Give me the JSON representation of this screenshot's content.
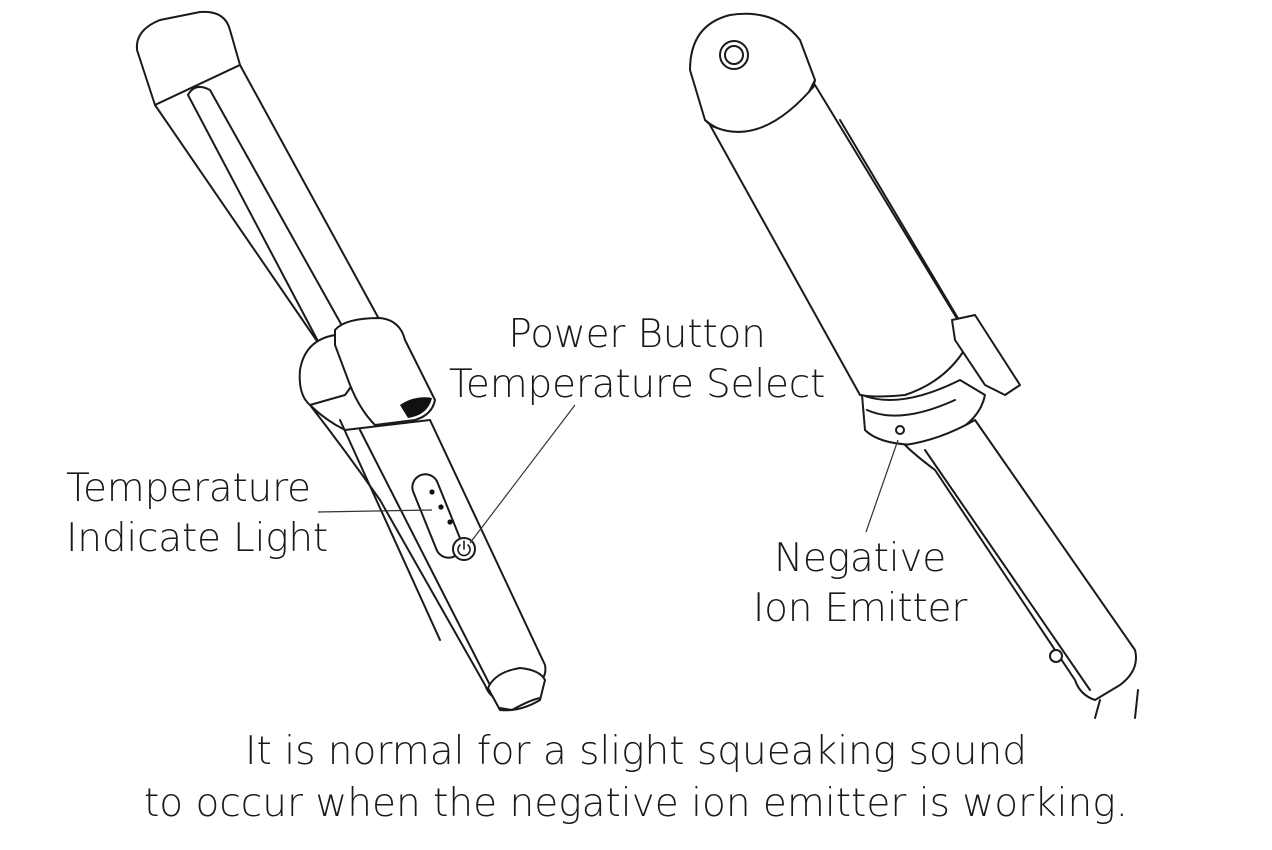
{
  "labels": {
    "power_button": "Power Button",
    "temperature_select": "Temperature Select",
    "temperature": "Temperature",
    "indicate_light": "Indicate Light",
    "negative": "Negative",
    "ion_emitter": "Ion Emitter"
  },
  "note": {
    "line1": "It is normal for a slight squeaking sound",
    "line2": "to occur when the negative ion emitter is working."
  },
  "icons": {
    "power": "power-icon"
  },
  "colors": {
    "line": "#1a1a1a",
    "background": "#ffffff"
  }
}
